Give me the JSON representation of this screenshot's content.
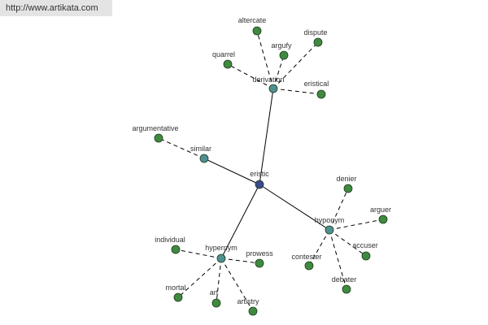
{
  "banner": {
    "url": "http://www.artikata.com"
  },
  "colors": {
    "center": "#3b4a8c",
    "hub": "#4f9090",
    "leaf": "#3f8a3f",
    "edge": "#000000"
  },
  "nodes": [
    {
      "id": "eristic",
      "label": "eristic",
      "kind": "center"
    },
    {
      "id": "derivation",
      "label": "derivation",
      "kind": "hub"
    },
    {
      "id": "similar",
      "label": "similar",
      "kind": "hub"
    },
    {
      "id": "hyponym",
      "label": "hyponym",
      "kind": "hub"
    },
    {
      "id": "hypernym",
      "label": "hypernym",
      "kind": "hub"
    },
    {
      "id": "altercate",
      "label": "altercate",
      "kind": "leaf"
    },
    {
      "id": "argufy",
      "label": "argufy",
      "kind": "leaf"
    },
    {
      "id": "dispute",
      "label": "dispute",
      "kind": "leaf"
    },
    {
      "id": "quarrel",
      "label": "quarrel",
      "kind": "leaf"
    },
    {
      "id": "eristical",
      "label": "eristical",
      "kind": "leaf"
    },
    {
      "id": "argumentative",
      "label": "argumentative",
      "kind": "leaf"
    },
    {
      "id": "denier",
      "label": "denier",
      "kind": "leaf"
    },
    {
      "id": "arguer",
      "label": "arguer",
      "kind": "leaf"
    },
    {
      "id": "accuser",
      "label": "accuser",
      "kind": "leaf"
    },
    {
      "id": "contester",
      "label": "contester",
      "kind": "leaf"
    },
    {
      "id": "debater",
      "label": "debater",
      "kind": "leaf"
    },
    {
      "id": "individual",
      "label": "individual",
      "kind": "leaf"
    },
    {
      "id": "prowess",
      "label": "prowess",
      "kind": "leaf"
    },
    {
      "id": "mortal",
      "label": "mortal",
      "kind": "leaf"
    },
    {
      "id": "art",
      "label": "art",
      "kind": "leaf"
    },
    {
      "id": "artistry",
      "label": "artistry",
      "kind": "leaf"
    }
  ],
  "edges": [
    {
      "from": "eristic",
      "to": "derivation",
      "style": "solid"
    },
    {
      "from": "eristic",
      "to": "similar",
      "style": "solid"
    },
    {
      "from": "eristic",
      "to": "hyponym",
      "style": "solid"
    },
    {
      "from": "eristic",
      "to": "hypernym",
      "style": "solid"
    },
    {
      "from": "derivation",
      "to": "altercate",
      "style": "dashed"
    },
    {
      "from": "derivation",
      "to": "argufy",
      "style": "dashed"
    },
    {
      "from": "derivation",
      "to": "dispute",
      "style": "dashed"
    },
    {
      "from": "derivation",
      "to": "quarrel",
      "style": "dashed"
    },
    {
      "from": "derivation",
      "to": "eristical",
      "style": "dashed"
    },
    {
      "from": "similar",
      "to": "argumentative",
      "style": "dashed"
    },
    {
      "from": "hyponym",
      "to": "denier",
      "style": "dashed"
    },
    {
      "from": "hyponym",
      "to": "arguer",
      "style": "dashed"
    },
    {
      "from": "hyponym",
      "to": "accuser",
      "style": "dashed"
    },
    {
      "from": "hyponym",
      "to": "contester",
      "style": "dashed"
    },
    {
      "from": "hyponym",
      "to": "debater",
      "style": "dashed"
    },
    {
      "from": "hypernym",
      "to": "individual",
      "style": "dashed"
    },
    {
      "from": "hypernym",
      "to": "prowess",
      "style": "dashed"
    },
    {
      "from": "hypernym",
      "to": "mortal",
      "style": "dashed"
    },
    {
      "from": "hypernym",
      "to": "art",
      "style": "dashed"
    },
    {
      "from": "hypernym",
      "to": "artistry",
      "style": "dashed"
    }
  ]
}
